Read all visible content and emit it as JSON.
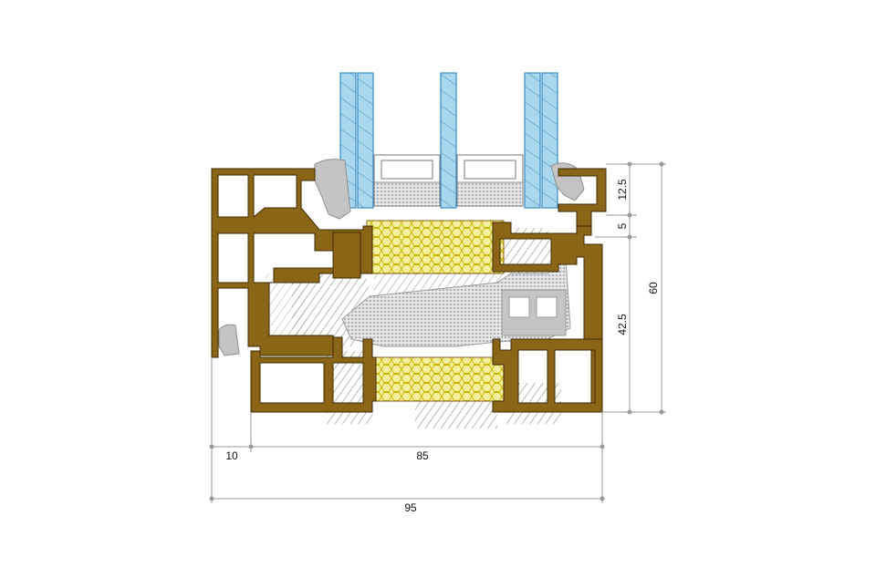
{
  "colors": {
    "frame": "#8a6515",
    "frame_outline": "#3d2a05",
    "glass": "#a9d8ee",
    "glass_edge": "#3a8cc4",
    "gasket": "#c4c4c4",
    "insulation": "#f5ef9e",
    "insulation_mesh": "#c9b400",
    "hatch": "#8a8a8a",
    "dimension_line": "#9a9a9a",
    "background": "#ffffff"
  },
  "dimensions": {
    "glazing_bead": "12.5",
    "gap": "5",
    "sash_height": "42.5",
    "total_height": "60",
    "left_offset": "10",
    "profile_depth": "85",
    "total_width": "95"
  }
}
